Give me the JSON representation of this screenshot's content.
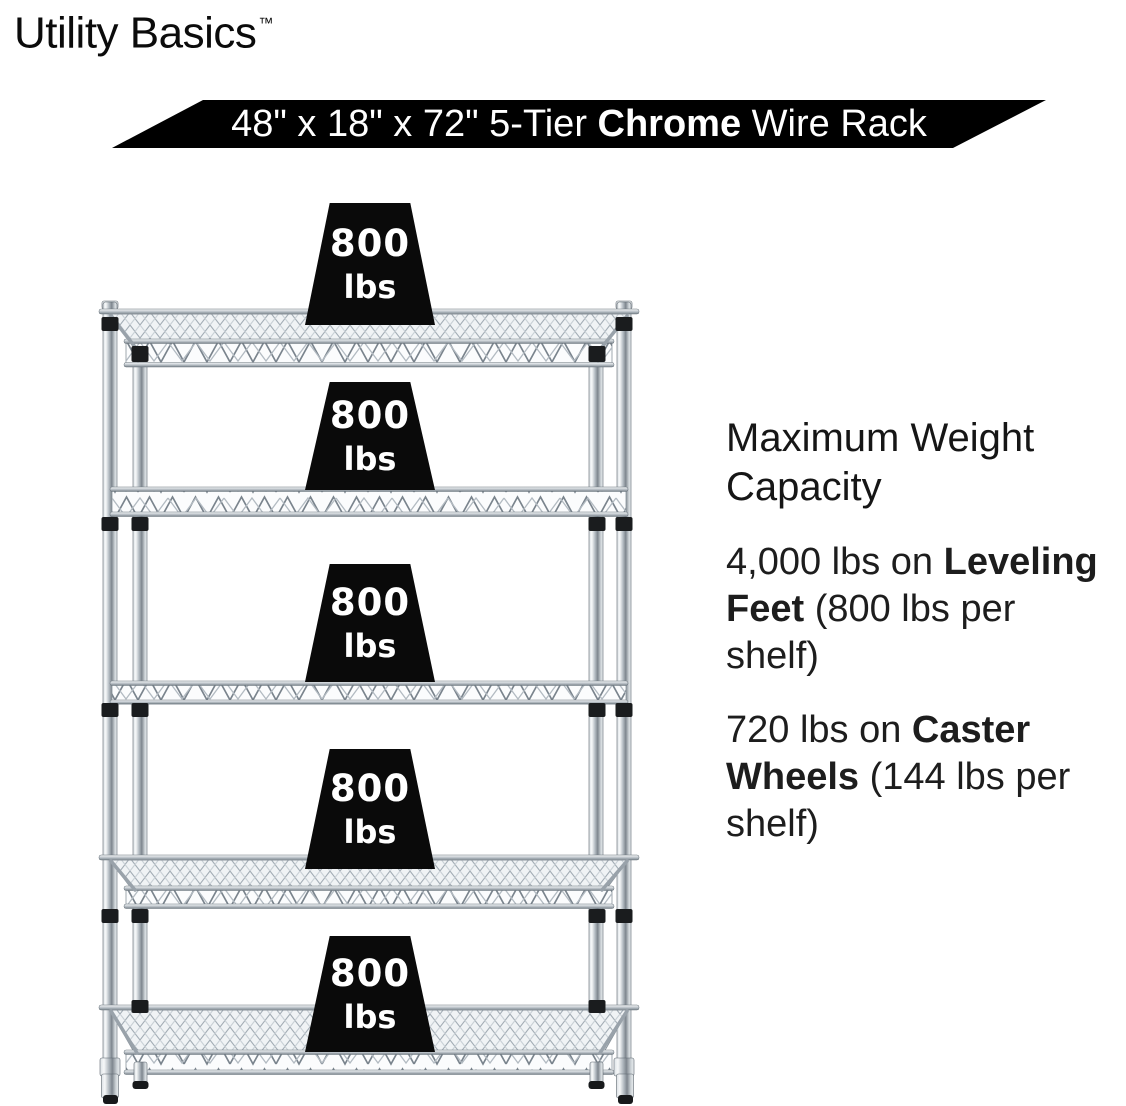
{
  "colors": {
    "banner_bg": "#000000",
    "banner_text": "#ffffff",
    "weight_badge_bg": "#0a0a0a",
    "weight_badge_text": "#ffffff",
    "body_text": "#1a1a1a",
    "chrome_light": "#f0f3f5",
    "chrome_dark": "#78828a"
  },
  "logo": {
    "brand": "Utility Basics",
    "trademark": "™"
  },
  "banner": {
    "title_segments": [
      {
        "t": "48\" x 18\" x 72\" 5-Tier "
      },
      {
        "t": "Chrome",
        "b": true
      },
      {
        "t": " Wire Rack"
      }
    ]
  },
  "weights": [
    {
      "value": "800",
      "unit": "lbs"
    },
    {
      "value": "800",
      "unit": "lbs"
    },
    {
      "value": "800",
      "unit": "lbs"
    },
    {
      "value": "800",
      "unit": "lbs"
    },
    {
      "value": "800",
      "unit": "lbs"
    }
  ],
  "capacity": {
    "heading_lines": [
      "Maximum Weight",
      "Capacity"
    ],
    "paragraphs": [
      {
        "lines": [
          [
            {
              "t": "4,000 lbs on "
            },
            {
              "t": "Leveling",
              "b": true
            }
          ],
          [
            {
              "t": "Feet",
              "b": true
            },
            {
              "t": " (800 lbs per"
            }
          ],
          [
            {
              "t": "shelf)"
            }
          ]
        ]
      },
      {
        "lines": [
          [
            {
              "t": "720 lbs on "
            },
            {
              "t": "Caster",
              "b": true
            }
          ],
          [
            {
              "t": "Wheels",
              "b": true
            },
            {
              "t": " (144 lbs per"
            }
          ],
          [
            {
              "t": "shelf)"
            }
          ]
        ]
      }
    ]
  }
}
